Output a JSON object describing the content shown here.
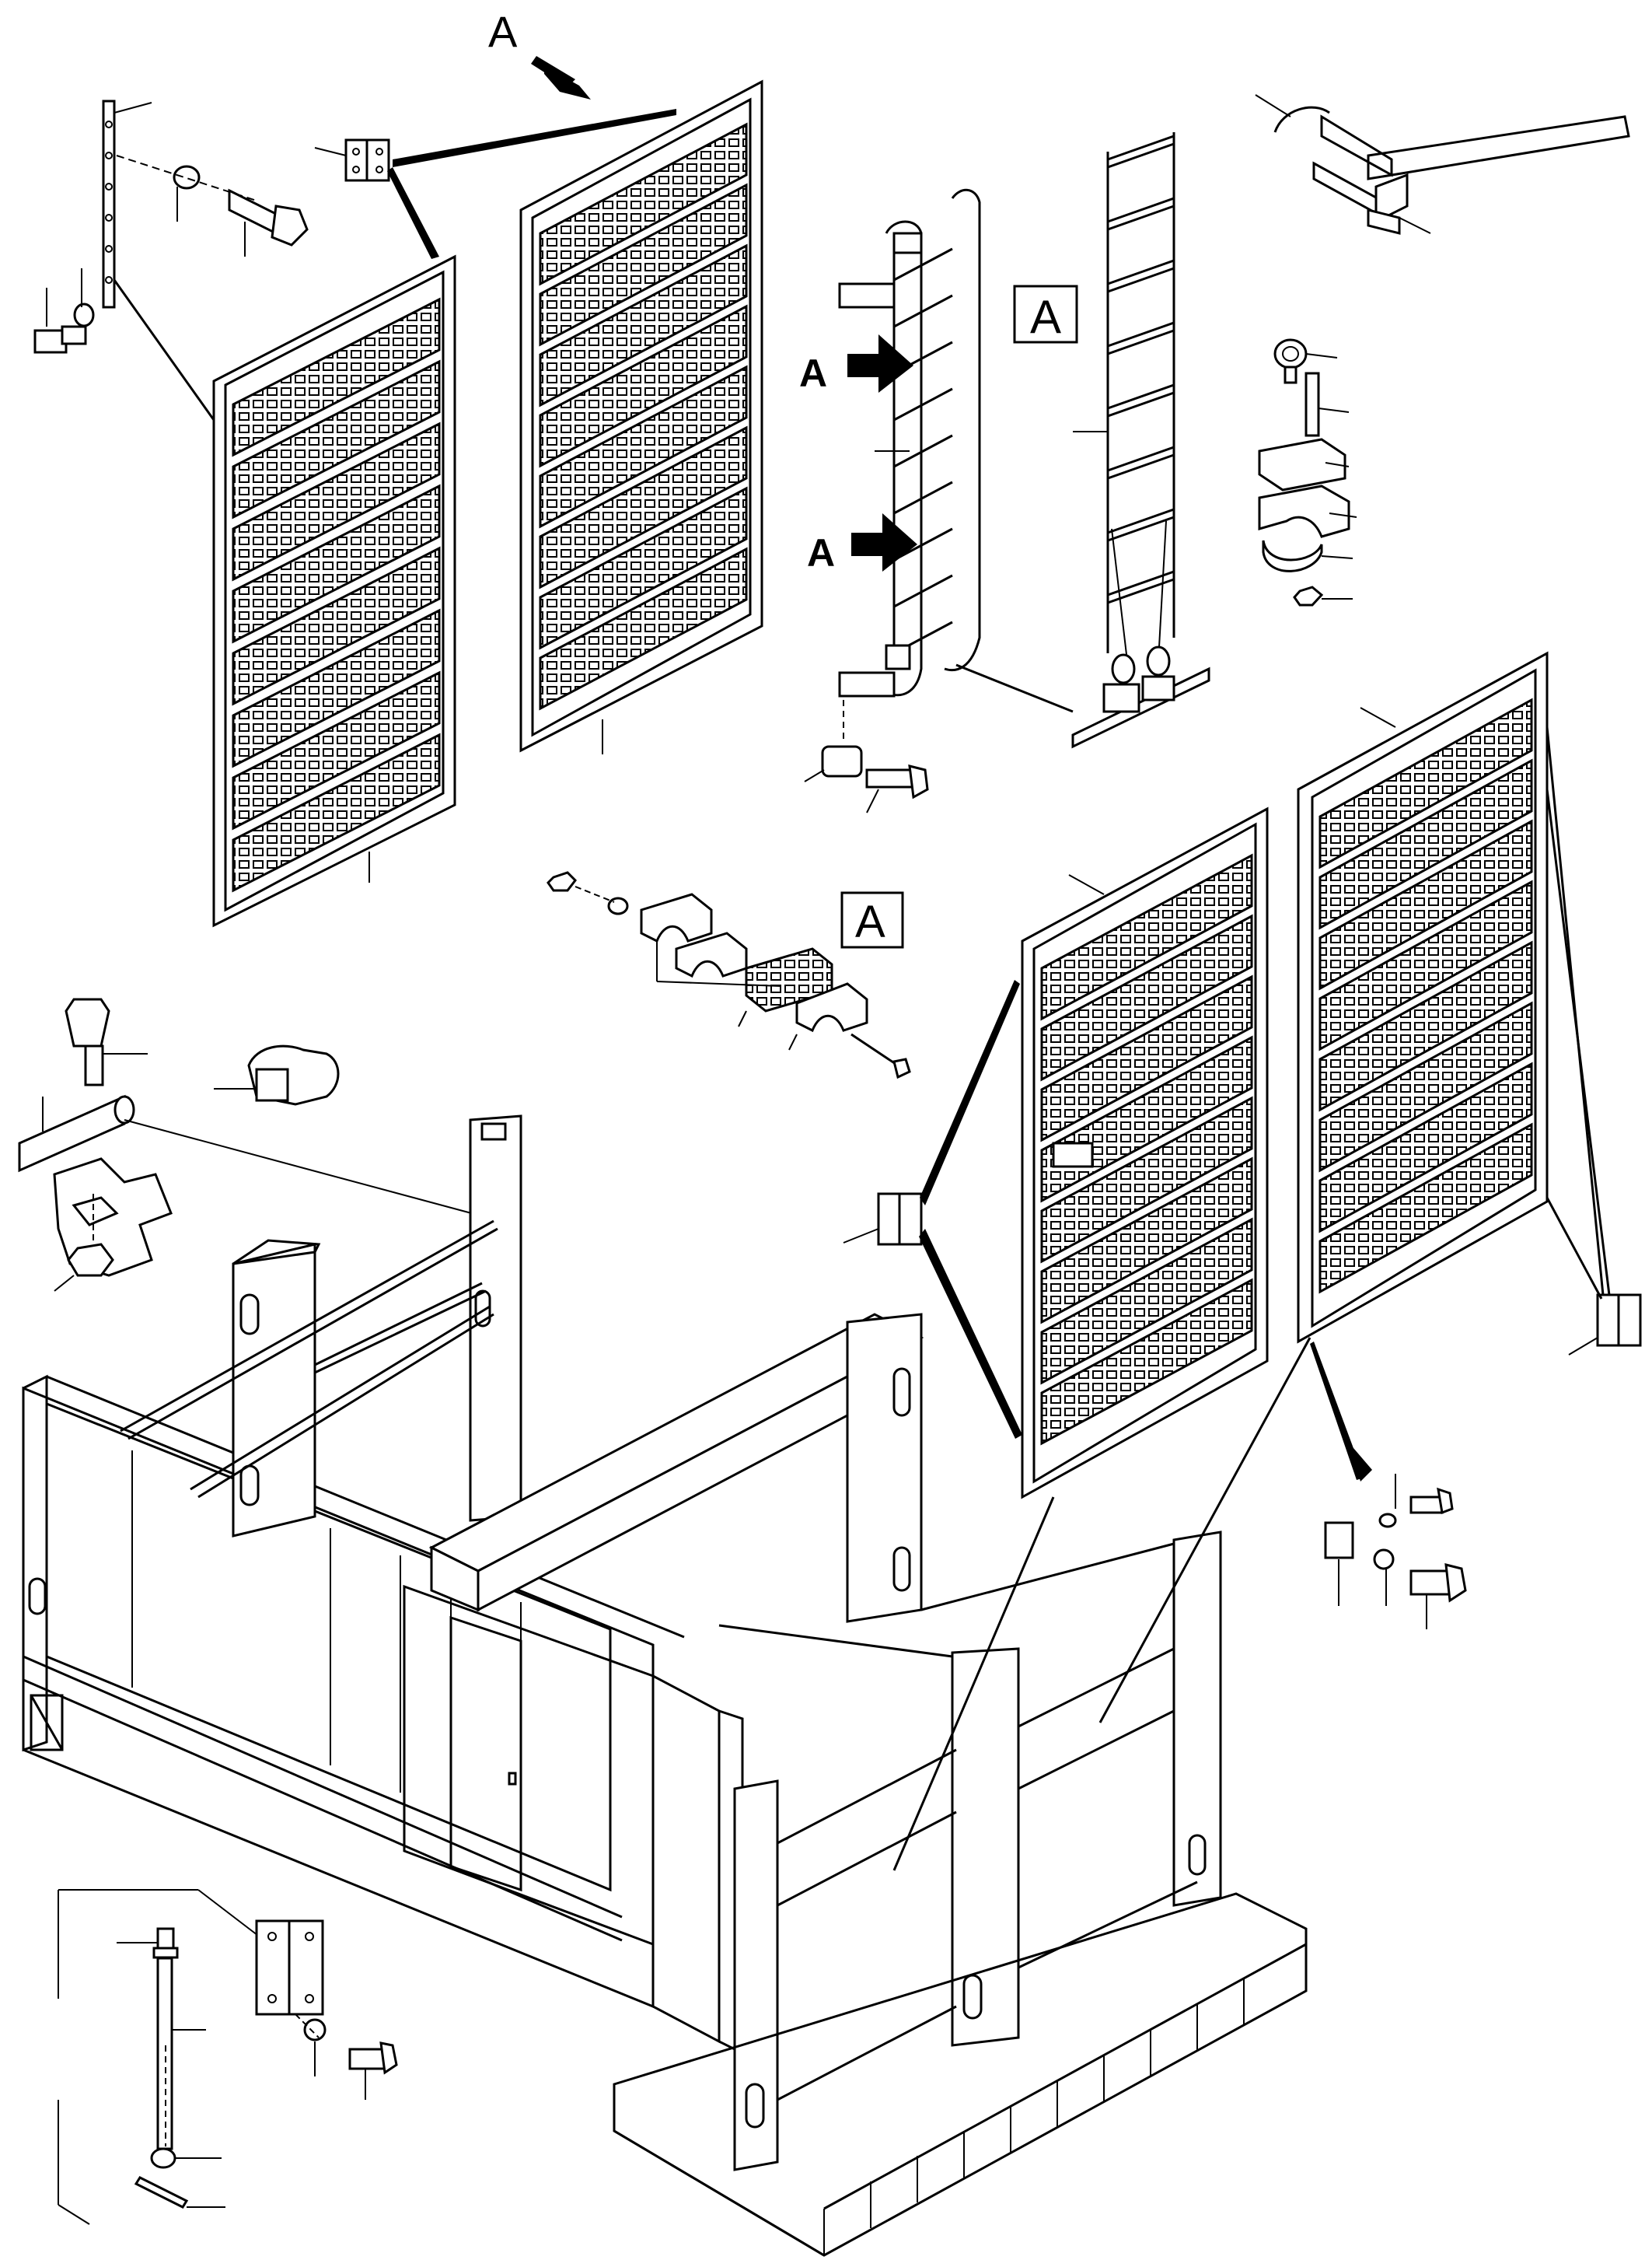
{
  "callouts": {
    "view_a_top": "A",
    "view_a_box_right": "A",
    "view_a_box_center": "A",
    "arrow_a_upper": "A",
    "arrow_a_lower": "A"
  },
  "colors": {
    "ink": "#000000",
    "paper": "#ffffff"
  }
}
